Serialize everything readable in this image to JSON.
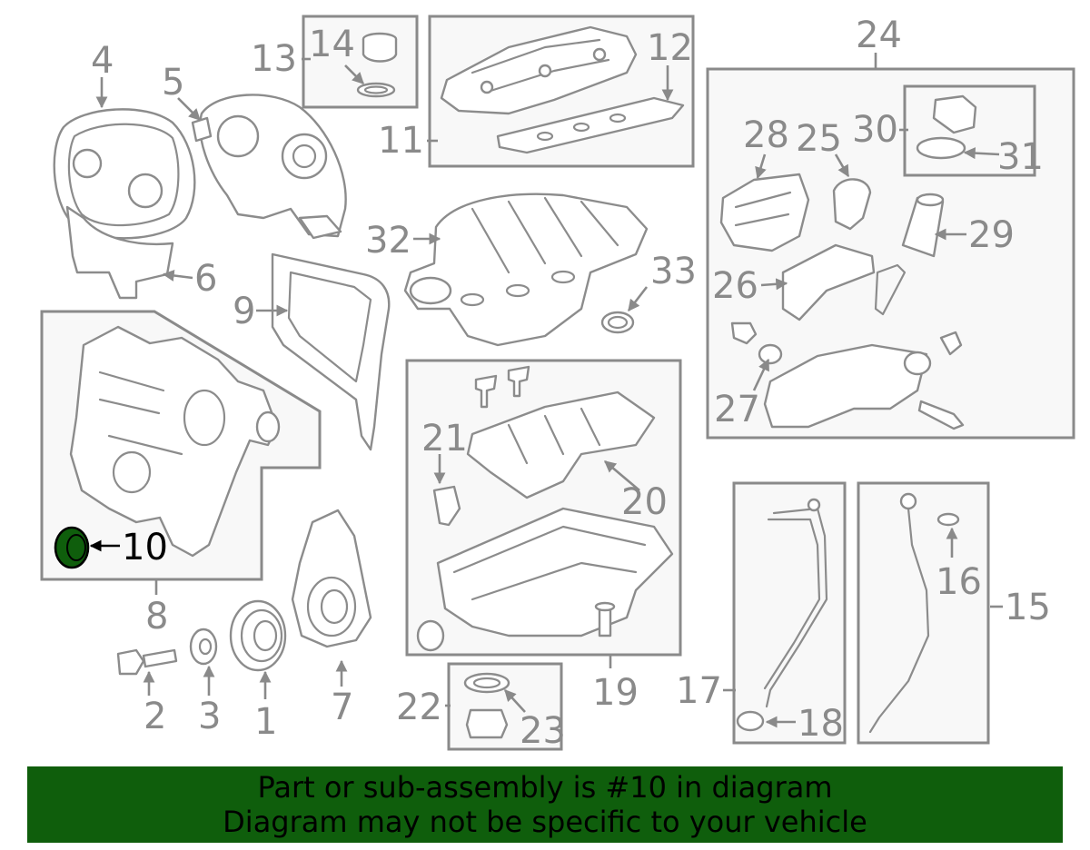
{
  "diagram": {
    "highlight_color": "#0f5e0c",
    "highlighted_part": "10",
    "callouts": {
      "c1": "1",
      "c2": "2",
      "c3": "3",
      "c4": "4",
      "c5": "5",
      "c6": "6",
      "c7": "7",
      "c8": "8",
      "c9": "9",
      "c10": "10",
      "c11": "11",
      "c12": "12",
      "c13": "13",
      "c14": "14",
      "c15": "15",
      "c16": "16",
      "c17": "17",
      "c18": "18",
      "c19": "19",
      "c20": "20",
      "c21": "21",
      "c22": "22",
      "c23": "23",
      "c24": "24",
      "c25": "25",
      "c26": "26",
      "c27": "27",
      "c28": "28",
      "c29": "29",
      "c30": "30",
      "c31": "31",
      "c32": "32",
      "c33": "33"
    }
  },
  "banner": {
    "line1": "Part or sub-assembly is #10 in diagram",
    "line2": "Diagram may not be specific to your vehicle",
    "background": "#0f5e0c"
  }
}
